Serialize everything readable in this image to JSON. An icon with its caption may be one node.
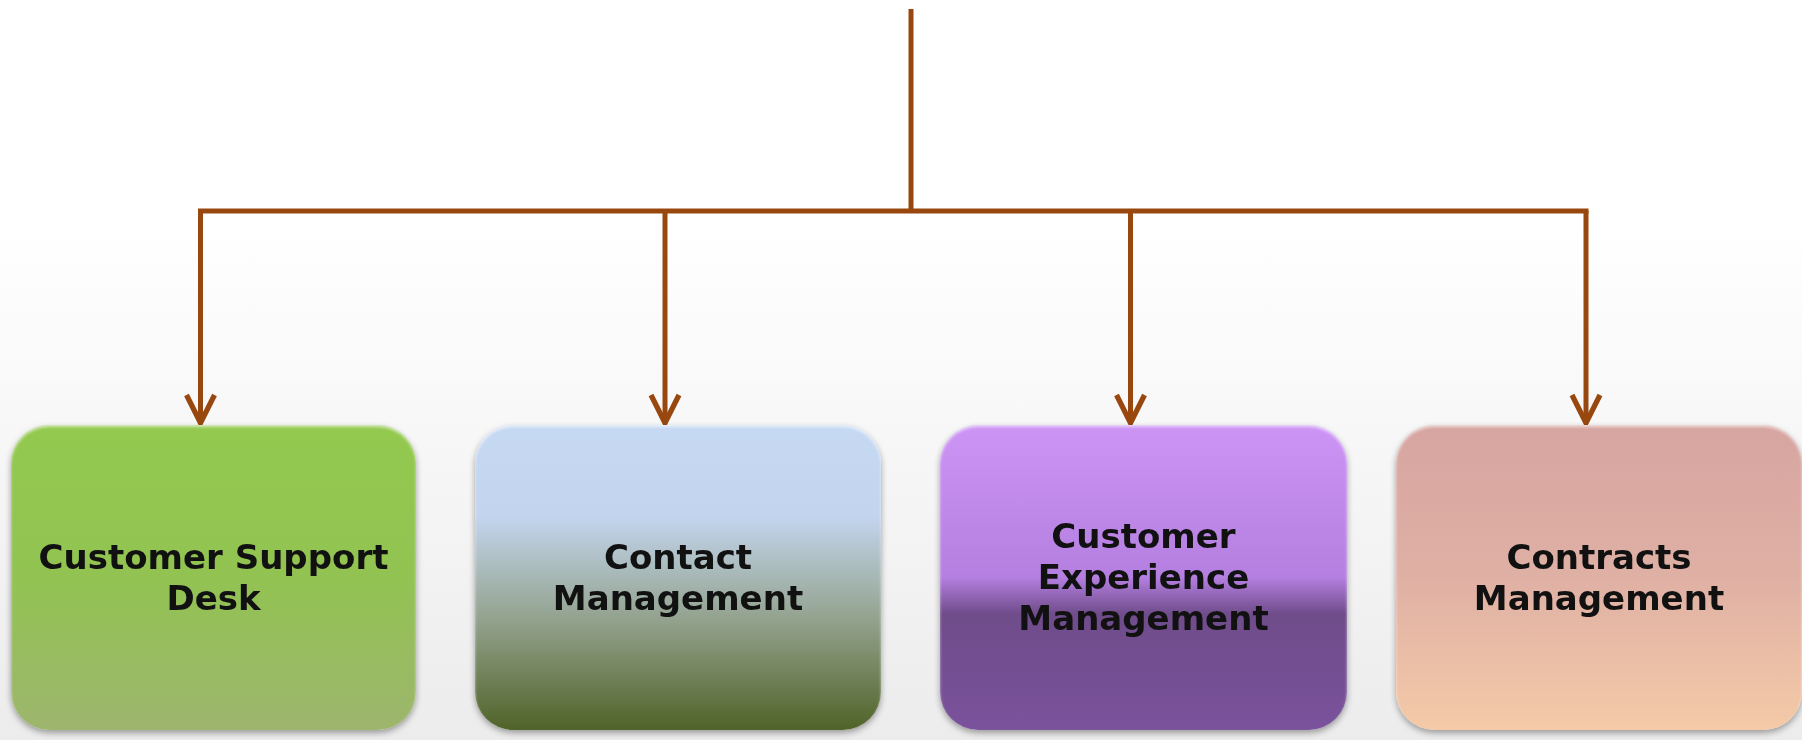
{
  "diagram": {
    "nodes": [
      {
        "text": [
          "Customer Support Desk"
        ]
      },
      {
        "text": [
          "Contact Management"
        ]
      },
      {
        "text": [
          "Customer Experience Management"
        ]
      },
      {
        "text": [
          "Contracts Management"
        ]
      }
    ],
    "edges": [
      {
        "from": null,
        "to": 0,
        "arrow": "to"
      },
      {
        "from": null,
        "to": 1,
        "arrow": "to"
      },
      {
        "from": null,
        "to": 2,
        "arrow": "to"
      },
      {
        "from": null,
        "to": 3,
        "arrow": "to"
      }
    ]
  }
}
